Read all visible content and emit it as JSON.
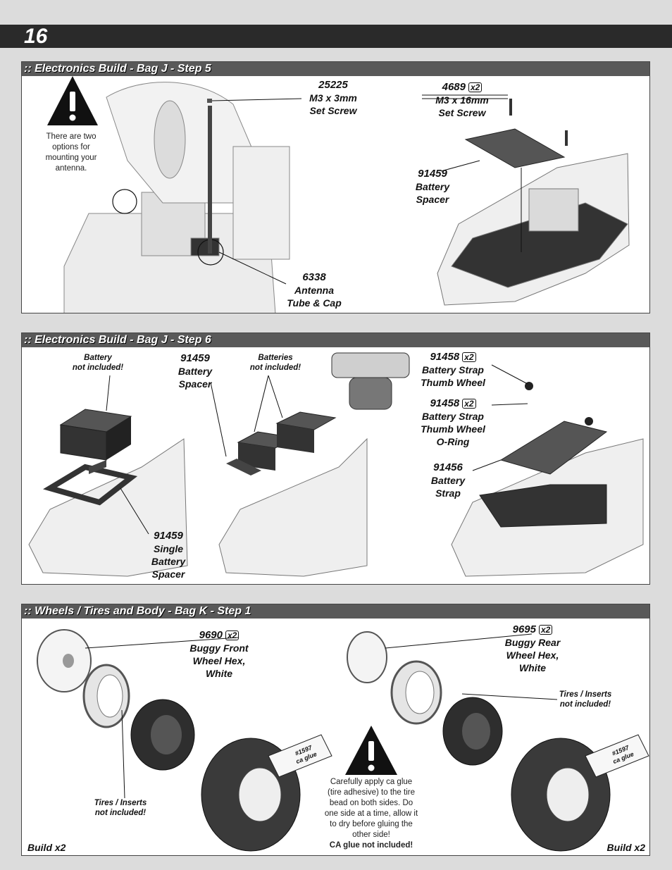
{
  "page_number": "16",
  "colors": {
    "header_bar": "#2a2a2a",
    "panel_header": "#595959",
    "background": "#dcdcdc"
  },
  "step5": {
    "title": ":: Electronics Build - Bag J - Step 5",
    "warning_note": [
      "There are two",
      "options for",
      "mounting your",
      "antenna."
    ],
    "parts": [
      {
        "num": "25225",
        "lines": [
          "M3 x 3mm",
          "Set Screw"
        ]
      },
      {
        "num": "4689",
        "qty": "x2",
        "lines": [
          "M3 x 16mm",
          "Set Screw"
        ]
      },
      {
        "num": "91459",
        "lines": [
          "Battery",
          "Spacer"
        ]
      },
      {
        "num": "6338",
        "lines": [
          "Antenna",
          "Tube & Cap"
        ]
      }
    ]
  },
  "step6": {
    "title": ":: Electronics Build - Bag J - Step 6",
    "battery_note": [
      "Battery",
      "not included!"
    ],
    "batteries_note": [
      "Batteries",
      "not included!"
    ],
    "parts": [
      {
        "num": "91459",
        "lines": [
          "Battery",
          "Spacer"
        ]
      },
      {
        "num": "91458",
        "qty": "x2",
        "lines": [
          "Battery Strap",
          "Thumb Wheel"
        ]
      },
      {
        "num": "91458",
        "qty": "x2",
        "lines": [
          "Battery Strap",
          "Thumb Wheel",
          "O-Ring"
        ]
      },
      {
        "num": "91456",
        "lines": [
          "Battery",
          "Strap"
        ]
      },
      {
        "num": "91459",
        "lines": [
          "Single",
          "Battery",
          "Spacer"
        ]
      }
    ]
  },
  "step7": {
    "title": ":: Wheels / Tires and Body - Bag K - Step 1",
    "parts": [
      {
        "num": "9690",
        "qty": "x2",
        "lines": [
          "Buggy Front",
          "Wheel Hex,",
          "White"
        ]
      },
      {
        "num": "9695",
        "qty": "x2",
        "lines": [
          "Buggy Rear",
          "Wheel Hex,",
          "White"
        ]
      }
    ],
    "tires_note_left": [
      "Tires / Inserts",
      "not included!"
    ],
    "tires_note_right": [
      "Tires / Inserts",
      "not included!"
    ],
    "glue_label": [
      "#1597",
      "ca glue"
    ],
    "glue_note": [
      "Carefully apply ca glue",
      "(tire adhesive) to the tire",
      "bead on both sides.  Do",
      "one side at a time, allow it",
      "to dry before gluing the",
      "other side!"
    ],
    "glue_note_bold": "CA glue not included!",
    "build_left": "Build x2",
    "build_right": "Build x2"
  }
}
